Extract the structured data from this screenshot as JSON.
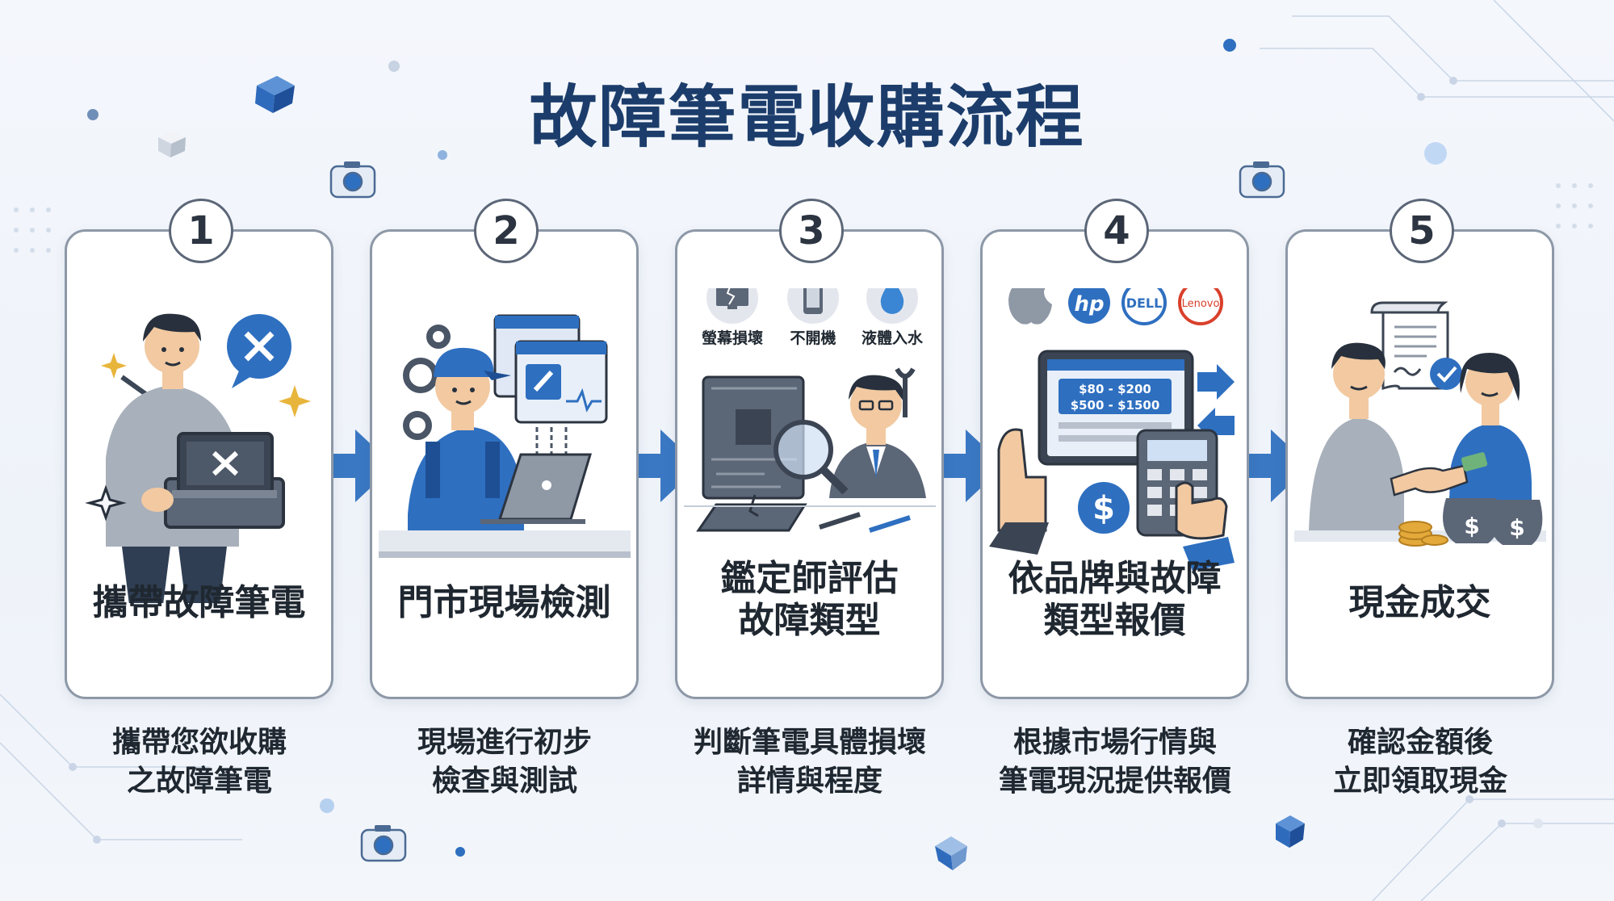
{
  "title": "故障筆電收購流程",
  "colors": {
    "accent": "#3a78c3",
    "dark_blue": "#1c3d6b",
    "border": "#8d98a7"
  },
  "steps": [
    {
      "number": "1",
      "title_lines": [
        "攜帶故障筆電"
      ],
      "desc_lines": [
        "攜帶您欲收購",
        "之故障筆電"
      ]
    },
    {
      "number": "2",
      "title_lines": [
        "門市現場檢測"
      ],
      "desc_lines": [
        "現場進行初步",
        "檢查與測試"
      ]
    },
    {
      "number": "3",
      "title_lines": [
        "鑑定師評估",
        "故障類型"
      ],
      "desc_lines": [
        "判斷筆電具體損壞",
        "詳情與程度"
      ],
      "fault_types": [
        "螢幕損壞",
        "不開機",
        "液體入水"
      ]
    },
    {
      "number": "4",
      "title_lines": [
        "依品牌與故障",
        "類型報價"
      ],
      "desc_lines": [
        "根據市場行情與",
        "筆電現況提供報價"
      ],
      "brands": [
        "hp",
        "DELL",
        "Lenovo"
      ],
      "price_ranges": [
        "$80 - $200",
        "$500 - $1500"
      ]
    },
    {
      "number": "5",
      "title_lines": [
        "現金成交"
      ],
      "desc_lines": [
        "確認金額後",
        "立即領取現金"
      ]
    }
  ]
}
